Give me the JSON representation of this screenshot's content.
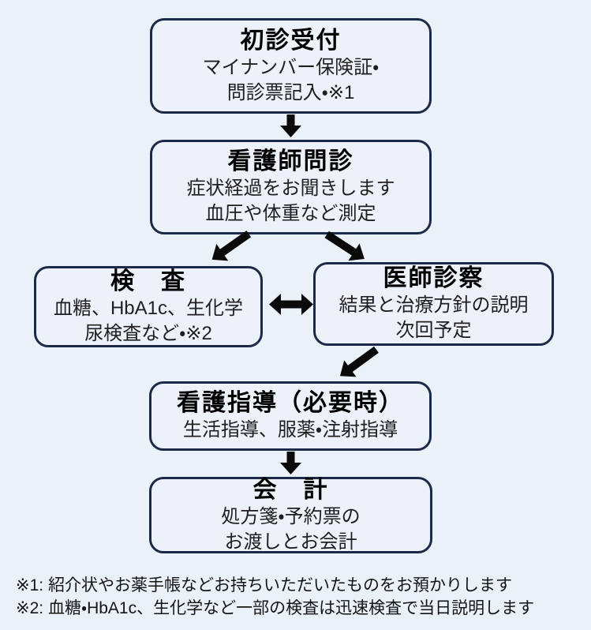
{
  "diagram": {
    "description": "Clinic first-visit patient flow chart (Japanese)",
    "boxes": [
      {
        "id": "first-visit-reception",
        "title": "初診受付",
        "lines": [
          "マイナンバー保険証・",
          "問診票記入・※1"
        ]
      },
      {
        "id": "nurse-interview",
        "title": "看護師問診",
        "lines": [
          "症状経過をお聞きします",
          "血圧や体重など測定"
        ]
      },
      {
        "id": "laboratory-tests",
        "title": "検　査",
        "lines": [
          "血糖、HbA1c、生化学",
          "尿検査など・※2"
        ]
      },
      {
        "id": "doctor-examination",
        "title": "医師診察",
        "lines": [
          "結果と治療方針の説明",
          "次回予定"
        ]
      },
      {
        "id": "nursing-guidance",
        "title": "看護指導（必要時）",
        "lines": [
          "生活指導、服薬・注射指導"
        ]
      },
      {
        "id": "checkout",
        "title": "会　計",
        "lines": [
          "処方箋・予約票の",
          "お渡しとお会計"
        ]
      }
    ],
    "footnotes": [
      "※1: 紹介状やお薬手帳などお持ちいただいたものをお預かりします",
      "※2: 血糖・HbA1c、生化学など一部の検査は迅速検査で当日説明します"
    ],
    "icons": {
      "arrow_down": "⬇ solid block arrow pointing down",
      "arrow_down_left": "⬋ solid block arrow pointing down-left",
      "arrow_down_right": "⬊ solid block arrow pointing down-right",
      "arrow_left_right": "⬌ solid double-headed horizontal block arrow"
    },
    "colors": {
      "page_background": "#eaf1f9",
      "box_fill": "#edf2fa",
      "box_border": "#1c2947",
      "arrow": "#0a0a0a",
      "title_text": "#000000",
      "body_text": "#1f1f1f"
    }
  }
}
